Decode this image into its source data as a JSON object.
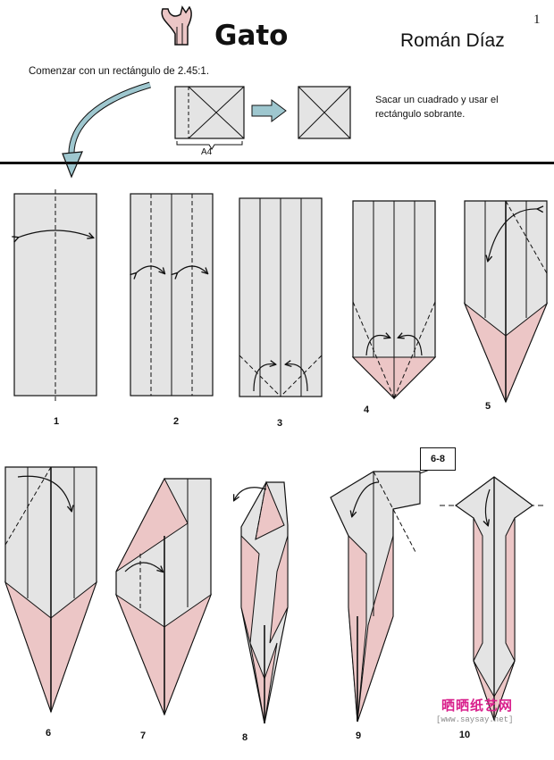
{
  "header": {
    "title": "Gato",
    "author": "Román Díaz",
    "page_number": "1"
  },
  "intro": {
    "text": "Comenzar con un rectángulo de 2.45:1.",
    "paper_label": "A4",
    "instruction": "Sacar un cuadrado y usar el rectángulo sobrante."
  },
  "callout": {
    "label": "6-8"
  },
  "steps": [
    "1",
    "2",
    "3",
    "4",
    "5",
    "6",
    "7",
    "8",
    "9",
    "10"
  ],
  "colors": {
    "paper": "#e4e4e4",
    "pink": "#ecc6c6",
    "ink": "#111111",
    "accent_arrow": "#9ec7cf"
  },
  "watermark": {
    "chinese": "晒晒纸艺网",
    "url": "[www.saysay.net]"
  }
}
